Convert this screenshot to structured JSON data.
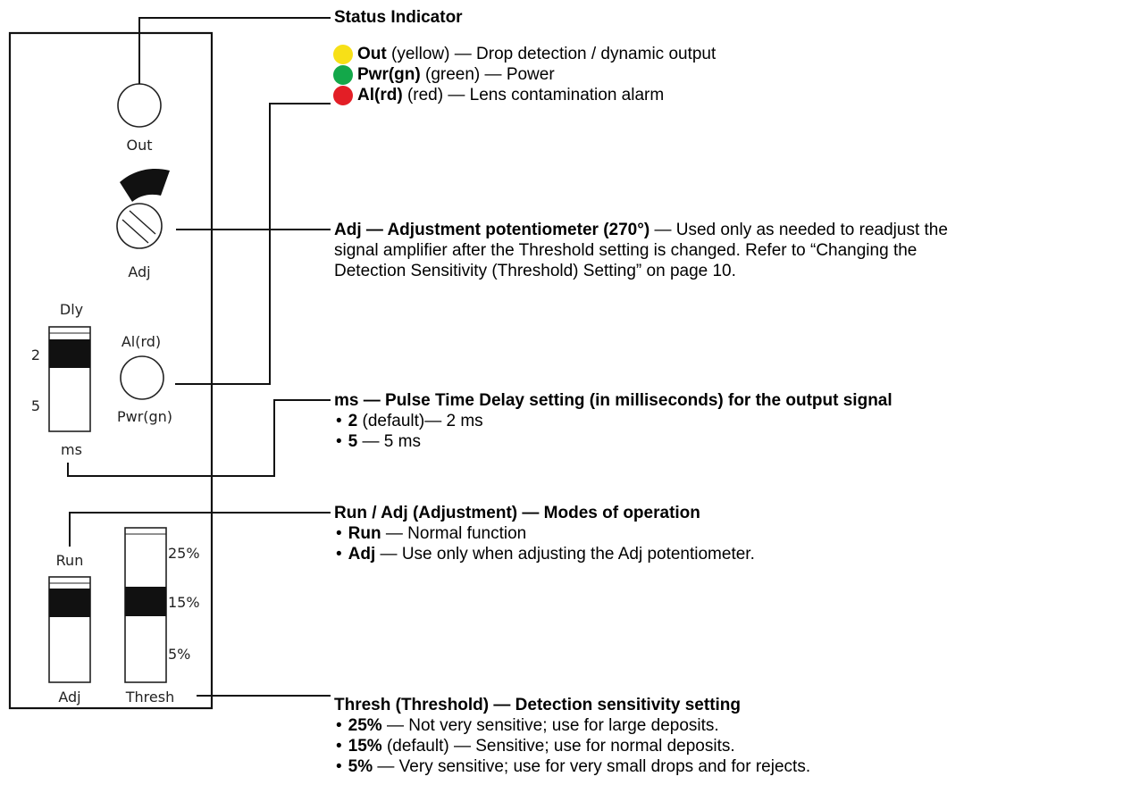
{
  "panel": {
    "out_label": "Out",
    "adj_label": "Adj",
    "dly_label": "Dly",
    "dly_opt_2": "2",
    "dly_opt_5": "5",
    "ms_label": "ms",
    "al_label": "Al(rd)",
    "pwr_label": "Pwr(gn)",
    "run_label": "Run",
    "adj_switch_label": "Adj",
    "pct25": "25%",
    "pct15": "15%",
    "pct5": "5%",
    "thresh_label": "Thresh"
  },
  "callouts": {
    "status": {
      "title": "Status Indicator",
      "items": [
        {
          "color": "#f7e017",
          "label": "Out",
          "paren": "(yellow)",
          "desc": "Drop detection / dynamic output"
        },
        {
          "color": "#13a84a",
          "label": "Pwr(gn)",
          "paren": "(green)",
          "desc": "Power"
        },
        {
          "color": "#e31e26",
          "label": "Al(rd)",
          "paren": "(red)",
          "desc": "Lens contamination alarm"
        }
      ]
    },
    "adj": {
      "title": "Adj — Adjustment potentiometer (270°)",
      "line1": "— Used only as needed to readjust the",
      "line2": "signal amplifier after the Threshold setting is changed. Refer to “Changing the",
      "line3": "Detection Sensitivity (Threshold) Setting” on page 10."
    },
    "ms": {
      "title": "ms — Pulse Time Delay setting (in milliseconds) for the output signal",
      "items": [
        {
          "value": "2",
          "note": "(default)",
          "desc": "— 2 ms"
        },
        {
          "value": "5",
          "note": "",
          "desc": "— 5 ms"
        }
      ]
    },
    "run": {
      "title": "Run / Adj (Adjustment) — Modes of operation",
      "items": [
        {
          "label": "Run",
          "desc": "— Normal function"
        },
        {
          "label": "Adj",
          "desc": "— Use only when adjusting the Adj potentiometer."
        }
      ]
    },
    "thresh": {
      "title": "Thresh (Threshold) — Detection sensitivity setting",
      "items": [
        {
          "label": "25%",
          "note": "",
          "desc": "— Not very sensitive; use for large deposits."
        },
        {
          "label": "15%",
          "note": "(default)",
          "desc": "— Sensitive; use for normal deposits."
        },
        {
          "label": "5%",
          "note": "",
          "desc": "— Very sensitive; use for very small drops and for rejects."
        }
      ]
    }
  }
}
